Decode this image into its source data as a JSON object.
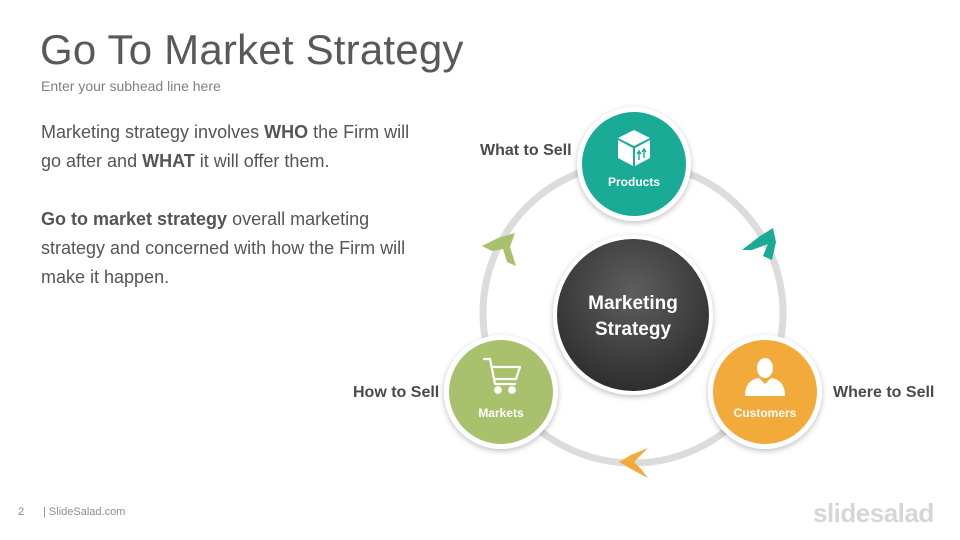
{
  "header": {
    "title": "Go To Market Strategy",
    "subtitle": "Enter your subhead line here"
  },
  "body": {
    "p1_part1": "Marketing strategy involves ",
    "p1_bold1": "WHO",
    "p1_part2": " the Firm will go after and ",
    "p1_bold2": "WHAT",
    "p1_part3": " it will offer them.",
    "p2_bold": "Go to market strategy",
    "p2_rest": " overall marketing strategy and concerned with how the Firm will make it happen."
  },
  "diagram": {
    "center_line1": "Marketing",
    "center_line2": "Strategy",
    "nodes": {
      "products": {
        "label": "Products",
        "side_label": "What to Sell",
        "color": "#1aab96",
        "icon": "box-icon"
      },
      "customers": {
        "label": "Customers",
        "side_label": "Where to Sell",
        "color": "#f2ab3b",
        "icon": "person-icon"
      },
      "markets": {
        "label": "Markets",
        "side_label": "How to Sell",
        "color": "#a9c16d",
        "icon": "cart-icon"
      }
    },
    "arrow_colors": [
      "#1aab96",
      "#f2ab3b",
      "#a9c16d"
    ]
  },
  "footer": {
    "page_number": "2",
    "site": "| SlideSalad.com",
    "logo": "slidesalad"
  }
}
